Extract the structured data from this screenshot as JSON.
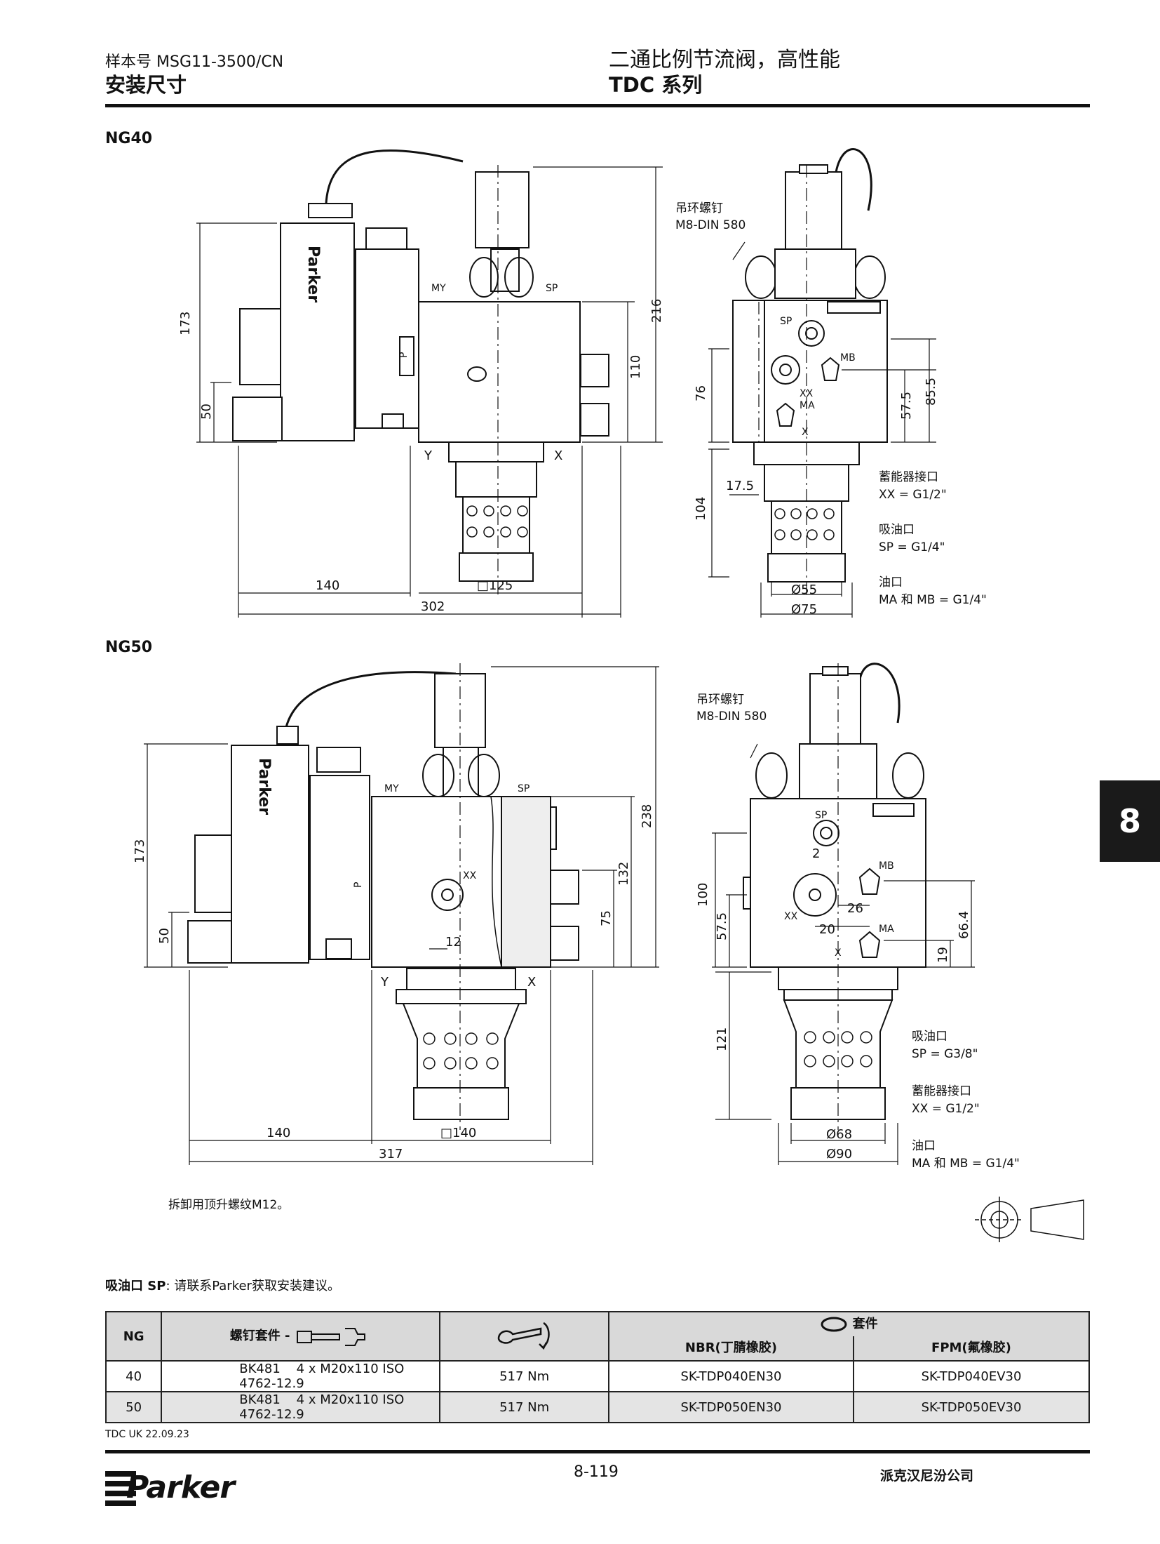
{
  "header": {
    "catalog_no": "样本号 MSG11-3500/CN",
    "section_title": "安装尺寸",
    "product_title": "二通比例节流阀，高性能",
    "series": "TDC 系列"
  },
  "side_tab": "8",
  "ng40": {
    "heading": "NG40",
    "dims": {
      "d173": "173",
      "d50": "50",
      "d216": "216",
      "d110": "110",
      "d140": "140",
      "d125": "□125",
      "d302": "302",
      "d76": "76",
      "d104": "104",
      "d17_5": "17.5",
      "d57_5": "57.5",
      "d85_5": "85.5",
      "d55": "Ø55",
      "d75": "Ø75"
    },
    "ports": {
      "my": "MY",
      "sp": "SP",
      "y": "Y",
      "x": "X",
      "p": "P",
      "sp2": "SP",
      "mb": "MB",
      "xx": "XX",
      "ma": "MA",
      "x2": "X"
    },
    "eyebolt": [
      "吊环螺钉",
      "M8-DIN 580"
    ],
    "legend": [
      {
        "name": "蓄能器接口",
        "value": "XX = G1/2\""
      },
      {
        "name": "吸油口",
        "value": "SP = G1/4\""
      },
      {
        "name": "油口",
        "value": "MA 和 MB = G1/4\""
      }
    ]
  },
  "ng50": {
    "heading": "NG50",
    "dims": {
      "d173": "173",
      "d50": "50",
      "d238": "238",
      "d132": "132",
      "d75": "75",
      "d12": "12",
      "d140": "140",
      "d140sq": "□140",
      "d317": "317",
      "d100": "100",
      "d57_5": "57.5",
      "d121": "121",
      "d2": "2",
      "d26": "26",
      "d20": "20",
      "d66_4": "66.4",
      "d19": "19",
      "d68": "Ø68",
      "d90": "Ø90"
    },
    "ports": {
      "my": "MY",
      "sp": "SP",
      "y": "Y",
      "x": "X",
      "p": "P",
      "xx": "XX",
      "sp2": "SP",
      "mb": "MB",
      "xx2": "XX",
      "ma": "MA",
      "x2": "X"
    },
    "eyebolt": [
      "吊环螺钉",
      "M8-DIN 580"
    ],
    "legend": [
      {
        "name": "吸油口",
        "value": "SP = G3/8\""
      },
      {
        "name": "蓄能器接口",
        "value": "XX = G1/2\""
      },
      {
        "name": "油口",
        "value": "MA 和 MB = G1/4\""
      }
    ]
  },
  "brand_text": "Parker",
  "removal_note": "拆卸用顶升螺纹M12。",
  "sp_note_bold": "吸油口 SP",
  "sp_note_rest": ": 请联系Parker获取安装建议。",
  "table": {
    "headers": {
      "ng": "NG",
      "screw_kit": "螺钉套件 -",
      "oring_kit": "套件",
      "nbr": "NBR(丁腈橡胶)",
      "fpm": "FPM(氟橡胶)"
    },
    "rows": [
      {
        "ng": "40",
        "kit": "BK481",
        "bolts": "4 x M20x110  ISO 4762-12.9",
        "torque": "517 Nm",
        "nbr": "SK-TDP040EN30",
        "fpm": "SK-TDP040EV30"
      },
      {
        "ng": "50",
        "kit": "BK481",
        "bolts": "4 x M20x110  ISO 4762-12.9",
        "torque": "517 Nm",
        "nbr": "SK-TDP050EN30",
        "fpm": "SK-TDP050EV30"
      }
    ]
  },
  "footer": {
    "doc_code": "TDC UK 22.09.23",
    "page_no": "8-119",
    "company": "派克汉尼汾公司",
    "logo_text": "Parker"
  }
}
